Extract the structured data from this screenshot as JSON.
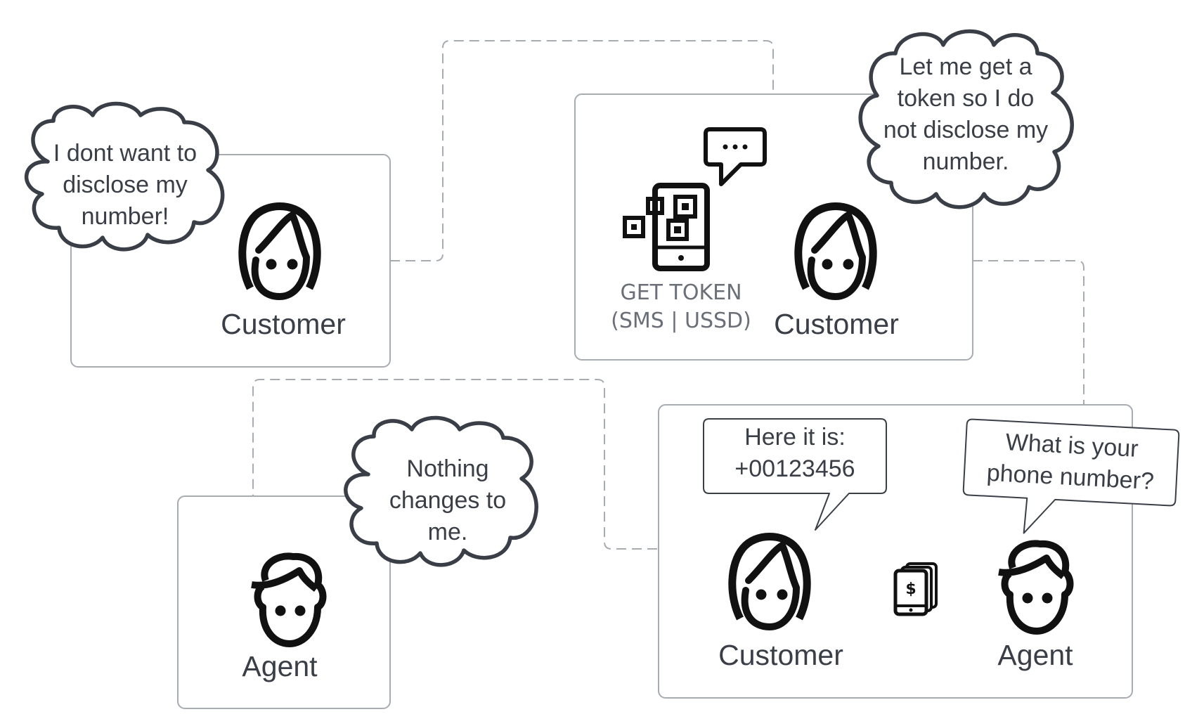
{
  "panel1": {
    "thought_lines": [
      "I dont want to",
      "disclose my",
      "number!"
    ],
    "role": "Customer"
  },
  "panel2": {
    "token_lines": [
      "GET TOKEN",
      "(SMS | USSD)"
    ],
    "role": "Customer",
    "thought_lines": [
      "Let me get a",
      "token so I do",
      "not disclose my",
      "number."
    ]
  },
  "panel3": {
    "role": "Agent",
    "thought_lines": [
      "Nothing",
      "changes to",
      "me."
    ]
  },
  "panel4": {
    "customer_speech_lines": [
      "Here it is:",
      "+00123456"
    ],
    "agent_speech_lines": [
      "What is your",
      "phone number?"
    ],
    "customer_role": "Customer",
    "agent_role": "Agent"
  },
  "colors": {
    "panel_border": "#a7abb2",
    "connector": "#a7abb2",
    "cloud_stroke": "#3a3f47",
    "icon": "#111111",
    "text": "#3a3f47"
  },
  "icons": [
    "customer-icon",
    "agent-icon",
    "phone-qr-icon",
    "chat-bubble-icon",
    "mobile-money-icon"
  ]
}
